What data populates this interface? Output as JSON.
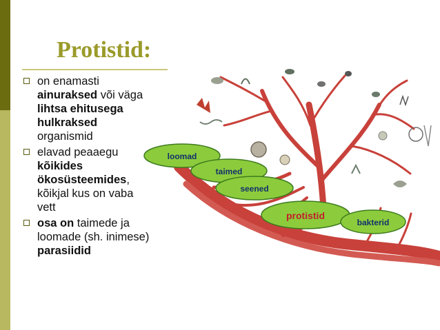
{
  "slide": {
    "title": "Protistid:",
    "bullets": [
      {
        "lines": [
          [
            {
              "t": "on enamasti",
              "b": false
            }
          ],
          [
            {
              "t": "ainuraksed",
              "b": true
            },
            {
              "t": " või väga",
              "b": false
            }
          ],
          [
            {
              "t": "lihtsa ehitusega",
              "b": true
            }
          ],
          [
            {
              "t": "hulkraksed",
              "b": true
            }
          ],
          [
            {
              "t": "organismid",
              "b": false
            }
          ]
        ]
      },
      {
        "lines": [
          [
            {
              "t": "elavad peaaegu",
              "b": false
            }
          ],
          [
            {
              "t": "kõikides",
              "b": true
            }
          ],
          [
            {
              "t": "ökosüsteemides",
              "b": true
            },
            {
              "t": ",",
              "b": false
            }
          ],
          [
            {
              "t": "kõikjal kus on vaba",
              "b": false
            }
          ],
          [
            {
              "t": "vett",
              "b": false
            }
          ]
        ]
      },
      {
        "lines": [
          [
            {
              "t": "osa on",
              "b": true
            },
            {
              "t": " taimede ja",
              "b": false
            }
          ],
          [
            {
              "t": "loomade (sh. inimese)",
              "b": false
            }
          ],
          [
            {
              "t": "parasiidid",
              "b": true
            }
          ]
        ]
      }
    ]
  },
  "diagram": {
    "labels": {
      "loomad": "loomad",
      "taimed": "taimed",
      "seened": "seened",
      "protistid": "protistid",
      "bakterid": "bakterid"
    }
  },
  "colors": {
    "bar_dark": "#6b6b10",
    "bar_light": "#b8b860",
    "title": "#9a9a2a",
    "branch": "#c8413a",
    "label_fill": "#8ccc3c",
    "label_stroke": "#3d7a1e",
    "label_text": "#12306a",
    "protistid_text": "#c0202a"
  }
}
